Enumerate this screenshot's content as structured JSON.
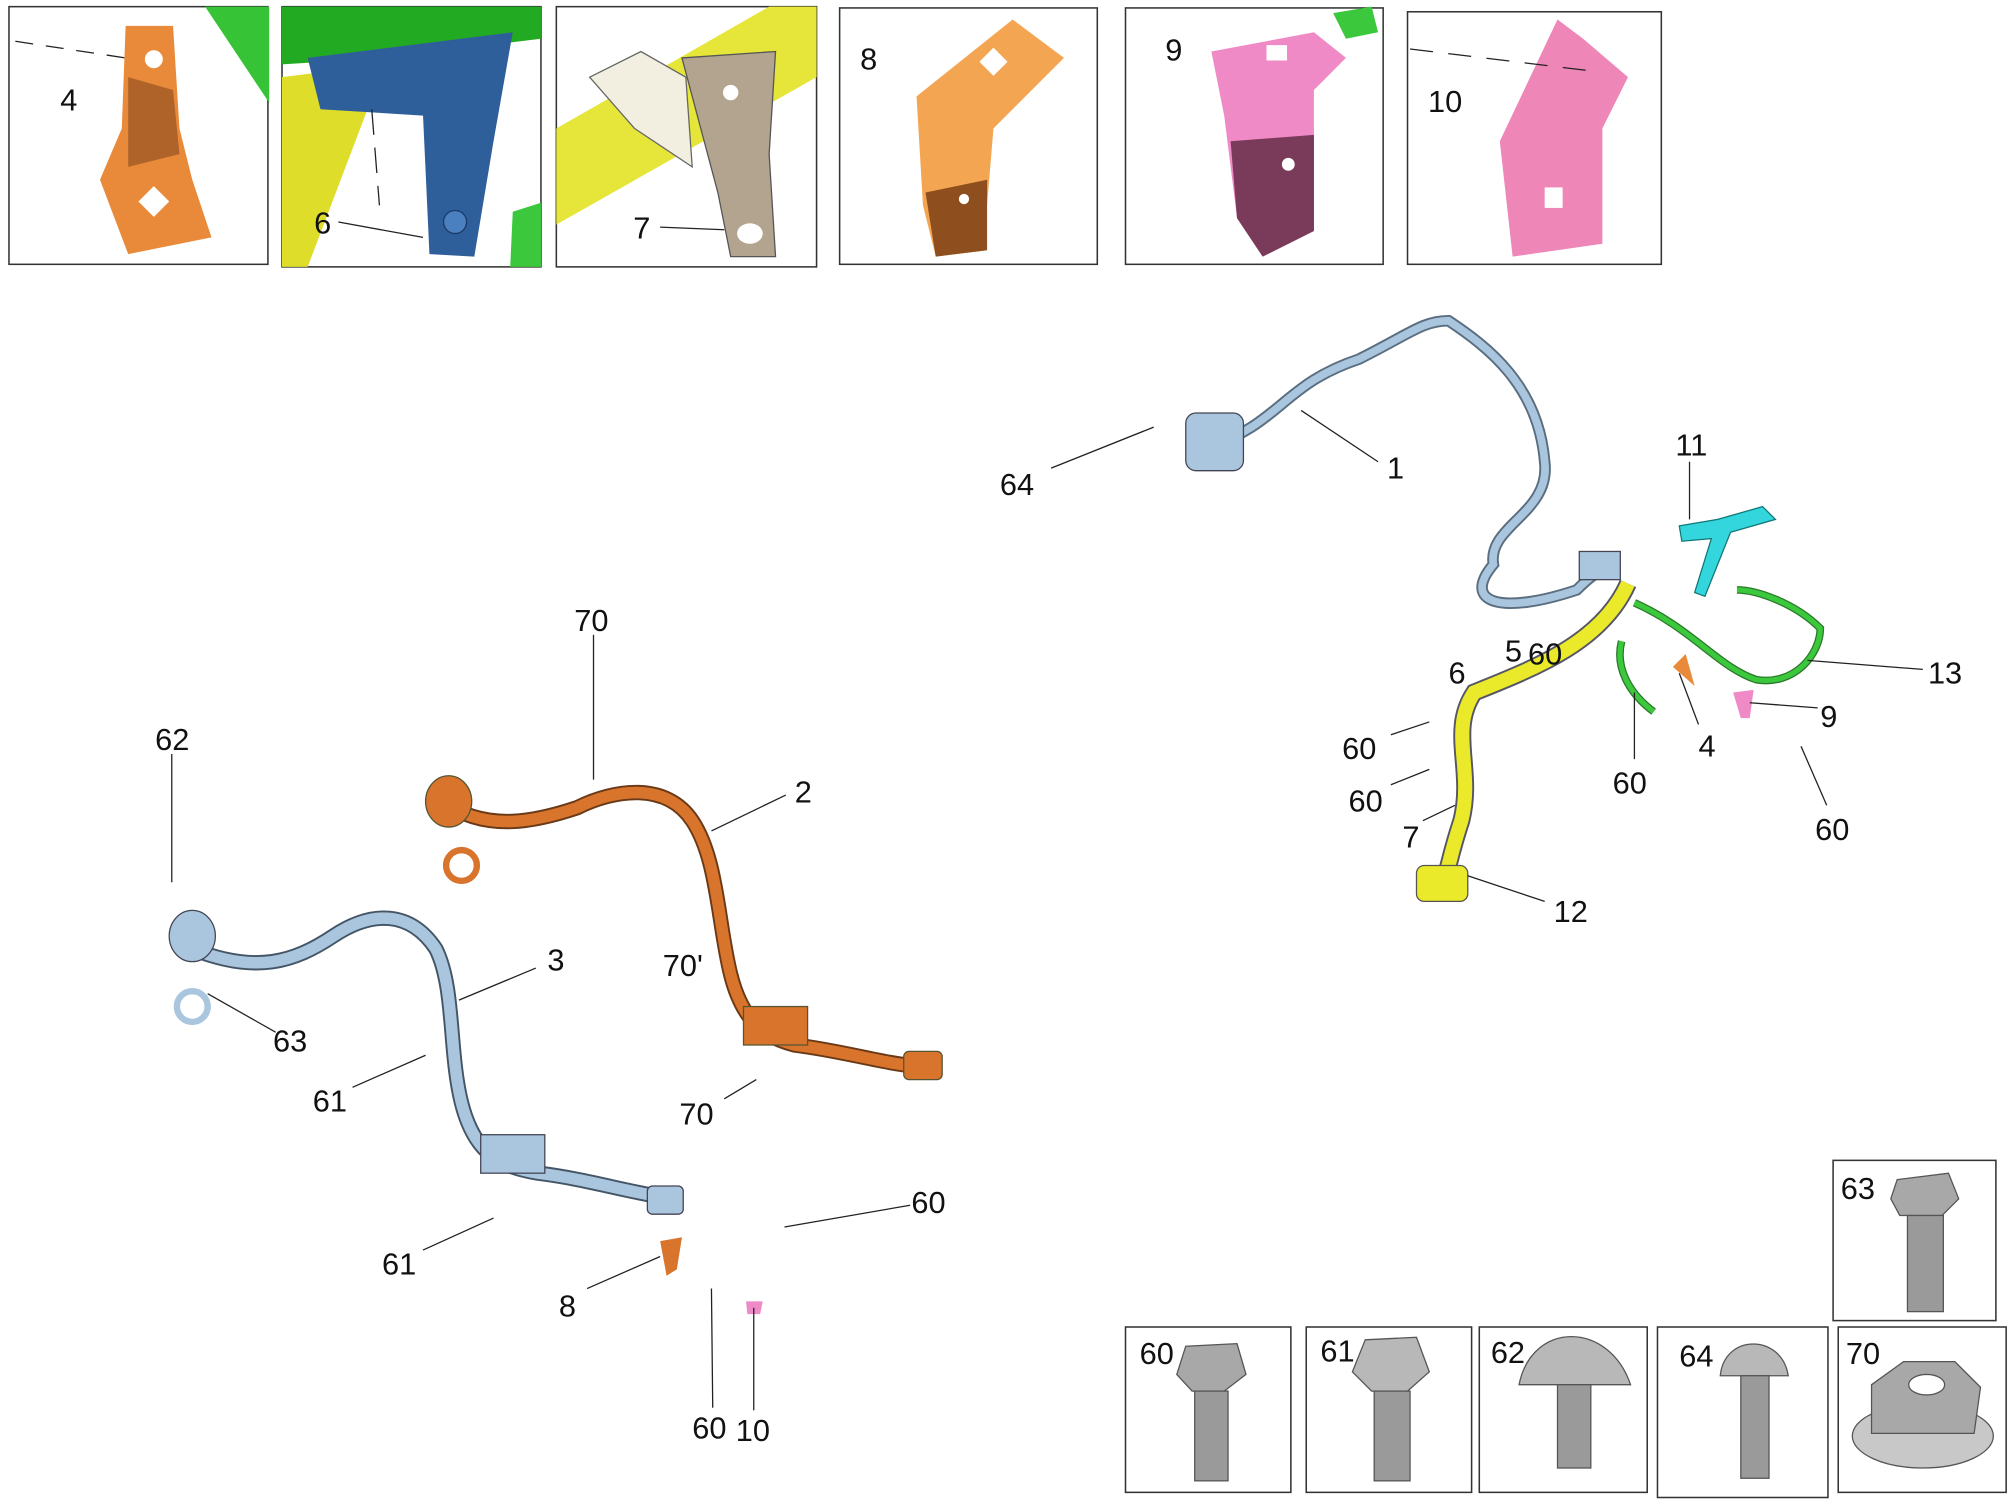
{
  "detail_views": [
    {
      "label": "4",
      "color": "#e98a3a"
    },
    {
      "label": "6",
      "color": "#2f5f9a"
    },
    {
      "label": "7",
      "color": "#b3a48f"
    },
    {
      "label": "8",
      "color": "#f3a552"
    },
    {
      "label": "9",
      "color": "#f08ac6"
    },
    {
      "label": "10",
      "color": "#ee86b8"
    }
  ],
  "left_assembly": {
    "callouts": [
      "70",
      "2",
      "62",
      "3",
      "70'",
      "63",
      "61",
      "70",
      "60",
      "61",
      "8",
      "60",
      "10"
    ]
  },
  "right_assembly": {
    "callouts": [
      "64",
      "1",
      "11",
      "5",
      "60",
      "6",
      "13",
      "60",
      "9",
      "4",
      "60",
      "60",
      "60",
      "7",
      "12"
    ]
  },
  "fasteners": [
    {
      "label": "63"
    },
    {
      "label": "60"
    },
    {
      "label": "61"
    },
    {
      "label": "62"
    },
    {
      "label": "64"
    },
    {
      "label": "70"
    }
  ],
  "colors": {
    "harness_blue": "#a9c6de",
    "harness_orange": "#d9742c",
    "harness_yellow": "#eaea2a",
    "harness_green": "#3cc83c",
    "bracket_cyan": "#33d6dd",
    "fastener_gray": "#a8a8a8"
  }
}
